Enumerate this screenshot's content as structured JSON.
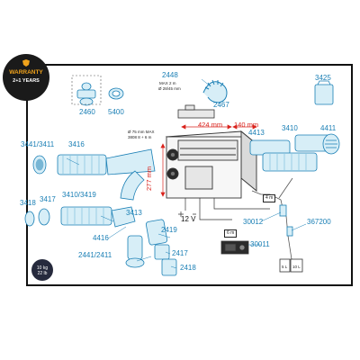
{
  "badge": {
    "warranty_title": "WARRANTY",
    "warranty_years": "2+1 YEARS"
  },
  "weight": {
    "kg": "10 kg",
    "lb": "22 lb"
  },
  "callouts": {
    "p2448": "2448",
    "p2460": "2460",
    "p5400": "5400",
    "p2467": "2467",
    "p3425": "3425",
    "p3441": "3441/3411",
    "p3416": "3416",
    "p3418": "3418",
    "p3417": "3417",
    "p3410a": "3410/3419",
    "p3413": "3413",
    "p4416": "4416",
    "p2441": "2441/2411",
    "p2419": "2419",
    "p2417": "2417",
    "p2418": "2418",
    "p4413": "4413",
    "p3410b": "3410",
    "p4411": "4411",
    "p30012": "30012",
    "p30011": "30011",
    "p367200": "367200"
  },
  "dimensions": {
    "width1": "424 mm",
    "width2": "140 mm",
    "height": "277 mm"
  },
  "notes": {
    "exhaust_line1": "MAX 2 m",
    "exhaust_line2": "Ø 28/45 mm",
    "duct_line1": "Ø 75 mm MAX",
    "duct_line2": "3808 8 + 6 m",
    "voltage": "12 V",
    "cable_4m": "4 m",
    "cable_6m": "6 m",
    "tank_5l": "5 L",
    "tank_10l": "10 L"
  },
  "colors": {
    "accent": "#1a7fb5",
    "dimension": "#d9231d",
    "frame": "#111111",
    "part_fill": "#d7eef7",
    "warranty_gold": "#f0a21b"
  }
}
